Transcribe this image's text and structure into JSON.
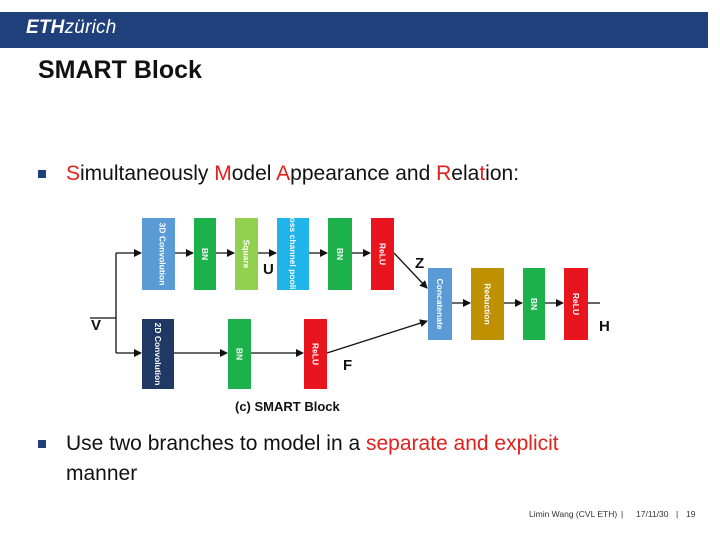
{
  "header": {
    "logo_bold": "ETH",
    "logo_rest": "zürich",
    "bar_color": "#1f407a"
  },
  "slide": {
    "title": "SMART Block",
    "bullet1": {
      "s1": "S",
      "t1": "imultaneously ",
      "s2": "M",
      "t2": "odel ",
      "s3": "A",
      "t3": "ppearance and ",
      "s4": "R",
      "t4": "ela",
      "s5": "t",
      "t5": "ion:"
    },
    "bullet2": {
      "t1": "Use two branches to model in a ",
      "highlight": "separate and explicit",
      "t2": "manner"
    }
  },
  "diagram": {
    "blocks": {
      "conv3d": "3D Convolution",
      "bn1": "BN",
      "square": "Square",
      "ccp": "Cross channel pooling",
      "bn2": "BN",
      "relu1": "ReLU",
      "conv2d": "2D Convolution",
      "bn3": "BN",
      "relu2": "ReLU",
      "concat": "Concatenate",
      "reduction": "Reduction",
      "bn4": "BN",
      "relu3": "ReLU"
    },
    "labels": {
      "v": "V",
      "u": "U",
      "z": "Z",
      "f": "F",
      "h": "H"
    },
    "caption": "(c) SMART Block",
    "colors": {
      "conv3d": "#5b9bd5",
      "bn": "#1db14b",
      "square": "#92d050",
      "ccp": "#1fb4ea",
      "relu": "#e8141e",
      "conv2d": "#203864",
      "concat": "#5b9bd5",
      "reduction": "#bf9000"
    }
  },
  "footer": {
    "author": "Limin Wang  (CVL ETH)",
    "date": "17/11/30",
    "page": "19"
  }
}
